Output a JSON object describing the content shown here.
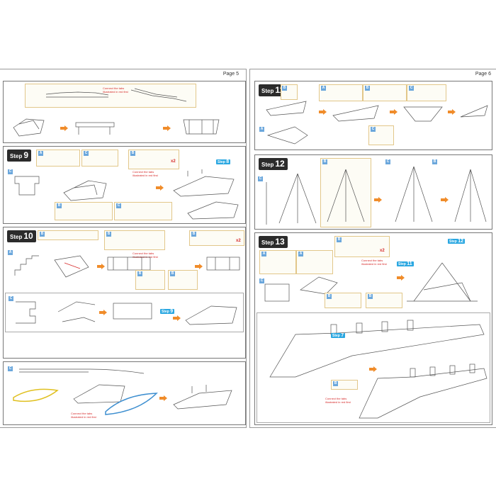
{
  "pages": {
    "left": {
      "label": "Page 5"
    },
    "right": {
      "label": "Page 6"
    }
  },
  "steps": {
    "s9": {
      "word": "Step",
      "number": "9"
    },
    "s10": {
      "word": "Step",
      "number": "10"
    },
    "s11": {
      "word": "Step",
      "number": "11"
    },
    "s12": {
      "word": "Step",
      "number": "12"
    },
    "s13": {
      "word": "Step",
      "number": "13"
    }
  },
  "notes": {
    "connect_tabs": "Connect the tabs illustrated in red first"
  },
  "step_refs": {
    "ref8": {
      "word": "Step",
      "number": "8"
    },
    "ref9": {
      "word": "Step",
      "number": "9"
    },
    "ref11": {
      "word": "Step",
      "number": "11"
    },
    "ref12": {
      "word": "Step",
      "number": "12"
    },
    "ref7": {
      "word": "Step",
      "number": "7"
    }
  },
  "multipliers": {
    "x2": "x2"
  },
  "part_tags": {
    "a": "A",
    "b": "B",
    "c": "C"
  },
  "colors": {
    "arrow": "#f08c2a",
    "tag_blue": "#6ba7dc",
    "step_ref_blue": "#2aa7e1",
    "note_red": "#d62a2a",
    "part_box_border": "#e2c78a"
  }
}
